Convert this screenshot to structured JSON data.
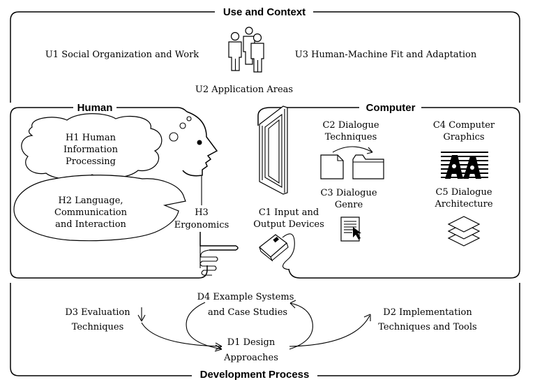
{
  "sections": {
    "use": {
      "title": "Use and Context",
      "u1": "U1 Social Organization and Work",
      "u2": "U2 Application Areas",
      "u3": "U3 Human-Machine Fit and Adaptation"
    },
    "human": {
      "title": "Human",
      "h1": [
        "H1 Human",
        "Information",
        "Processing"
      ],
      "h2": [
        "H2 Language,",
        "Communication",
        "and Interaction"
      ],
      "h3": [
        "H3",
        "Ergonomics"
      ]
    },
    "computer": {
      "title": "Computer",
      "c1": [
        "C1 Input and",
        "Output Devices"
      ],
      "c2": [
        "C2 Dialogue",
        "Techniques"
      ],
      "c3": [
        "C3 Dialogue",
        "Genre"
      ],
      "c4": [
        "C4 Computer",
        "Graphics"
      ],
      "c5": [
        "C5 Dialogue",
        "Architecture"
      ]
    },
    "development": {
      "title": "Development Process",
      "d1": [
        "D1 Design",
        "Approaches"
      ],
      "d2": [
        "D2 Implementation",
        "Techniques and Tools"
      ],
      "d3": [
        "D3 Evaluation",
        "Techniques"
      ],
      "d4": [
        "D4 Example Systems",
        "and Case Studies"
      ]
    }
  },
  "icons": {
    "people": "people-group-icon",
    "head": "human-head-icon",
    "thought": "thought-cloud-icon",
    "speech": "speech-bubble-icon",
    "hand": "pointing-hand-icon",
    "monitor": "monitor-icon",
    "mouse": "mouse-icon",
    "folders": "document-to-folder-icon",
    "document": "document-cursor-icon",
    "graphics": "computer-graphics-icon",
    "layers": "layer-stack-icon"
  }
}
